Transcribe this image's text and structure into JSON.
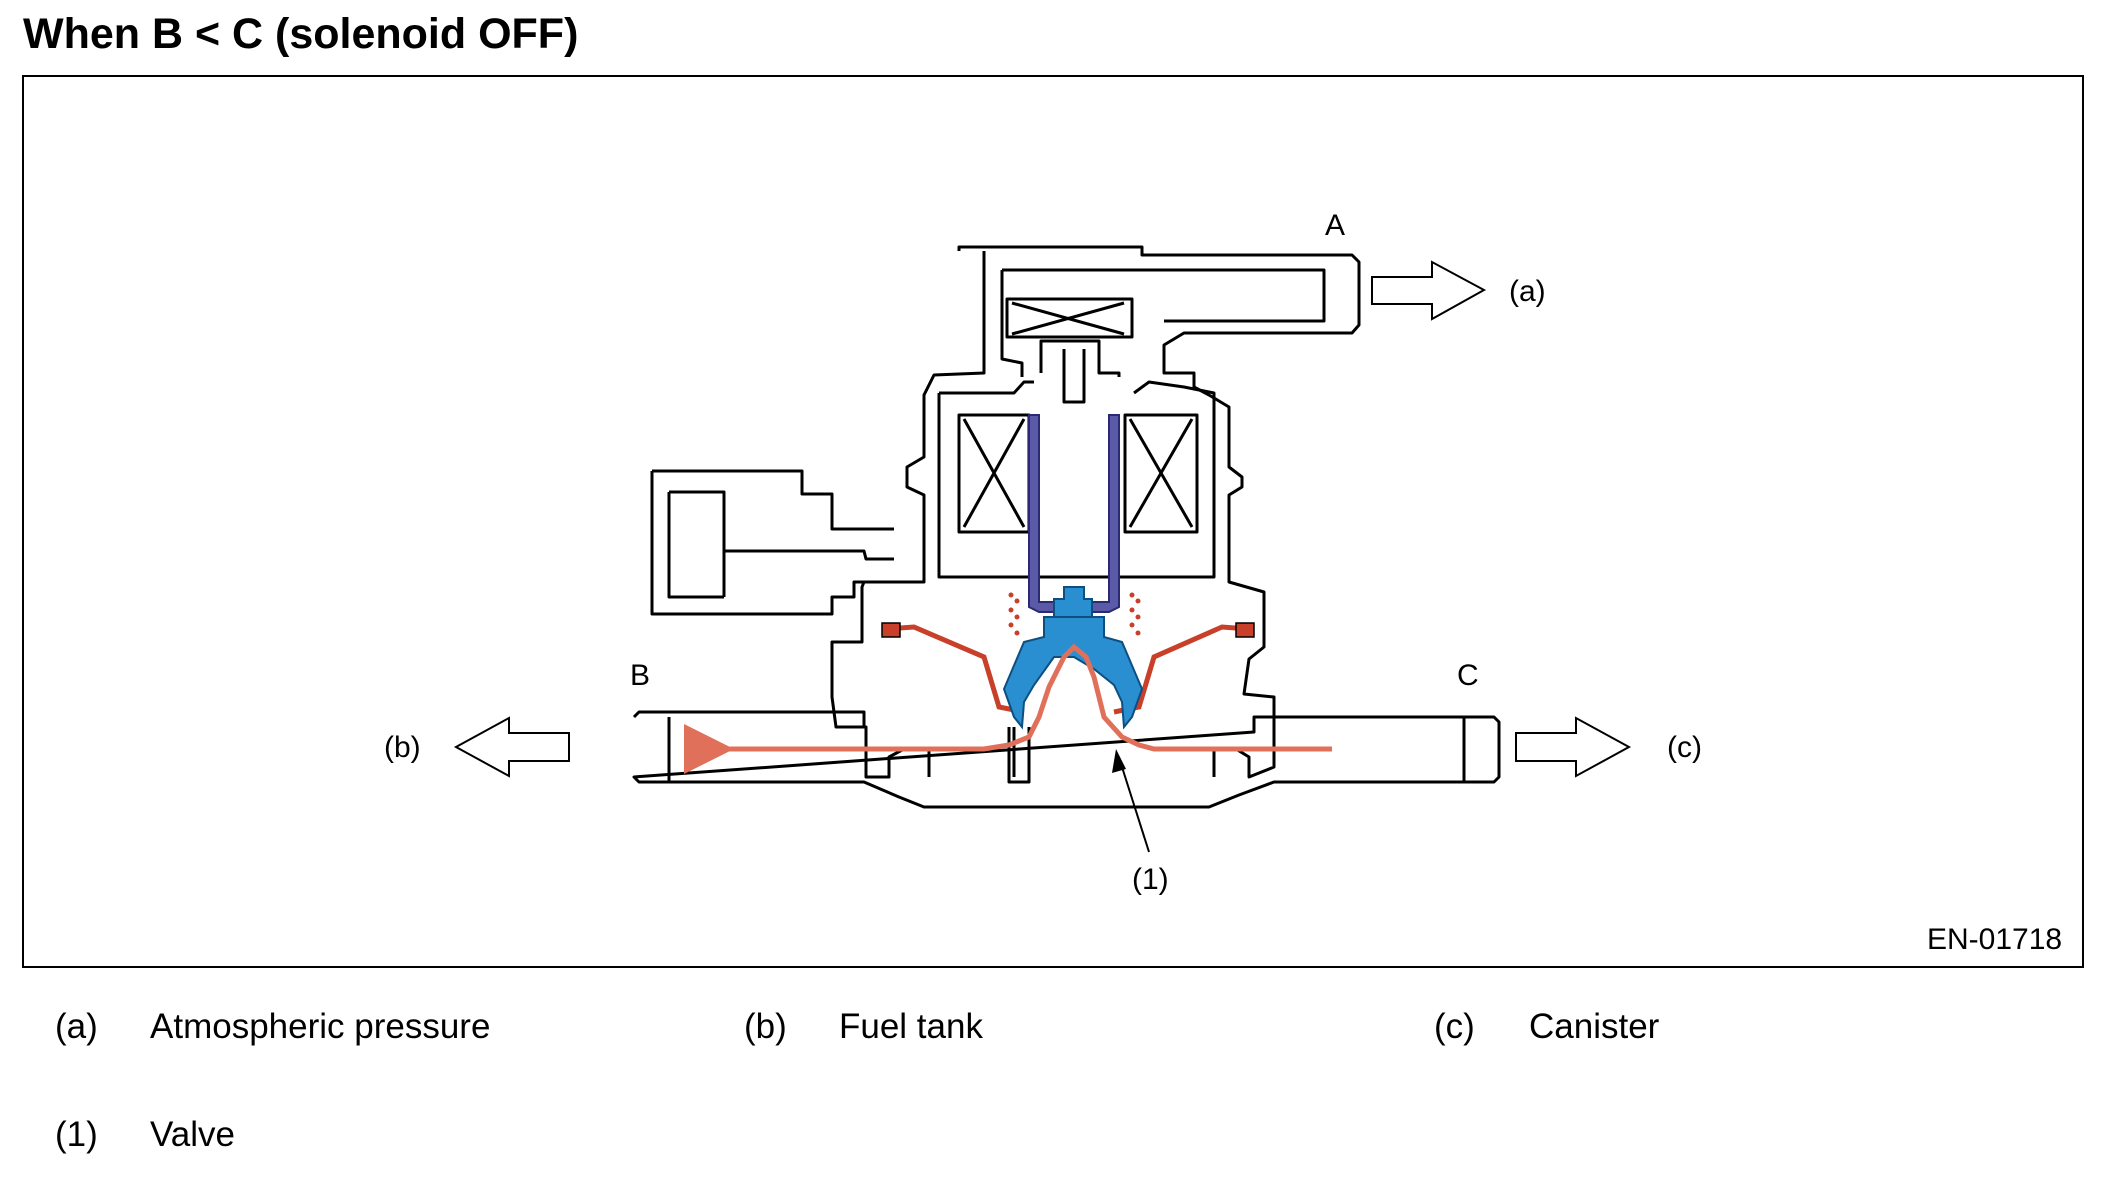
{
  "title": "When B < C (solenoid OFF)",
  "diagram": {
    "ports": {
      "a": "A",
      "b": "B",
      "c": "C"
    },
    "flow_labels": {
      "a": "(a)",
      "b": "(b)",
      "c": "(c)"
    },
    "callout": "(1)",
    "figure_code": "EN-01718",
    "colors": {
      "outline": "#000000",
      "flow_arrow": "#e0705a",
      "valve": "#2a8fd0",
      "plunger": "#5a5aa8",
      "diaphragm": "#c8402a"
    }
  },
  "legend": [
    {
      "code": "(a)",
      "text": "Atmospheric pressure"
    },
    {
      "code": "(b)",
      "text": "Fuel tank"
    },
    {
      "code": "(c)",
      "text": "Canister"
    },
    {
      "code": "(1)",
      "text": "Valve"
    }
  ]
}
